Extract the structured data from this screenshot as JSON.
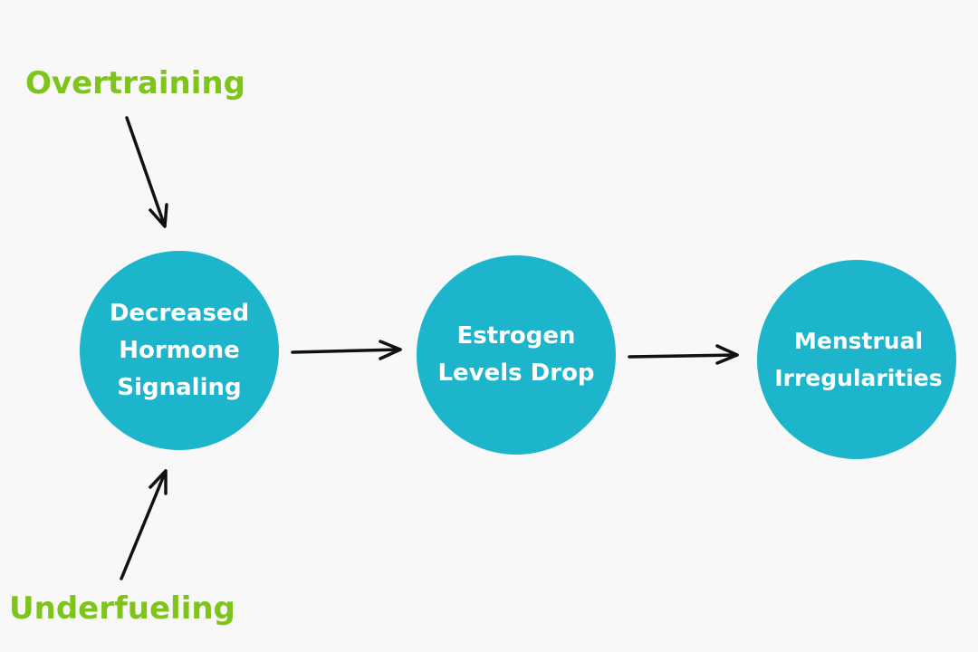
{
  "factors": {
    "overtraining": "Overtraining",
    "underfueling": "Underfueling"
  },
  "nodes": [
    {
      "label": "Decreased\nHormone\nSignaling"
    },
    {
      "label": "Estrogen\nLevels Drop"
    },
    {
      "label": "Menstrual\nIrregularities"
    }
  ],
  "colors": {
    "node_fill": "#1db5cb",
    "factor_text": "#7ec41a",
    "node_text": "#ffffff",
    "arrow": "#111111",
    "background": "#f8f8f8"
  }
}
